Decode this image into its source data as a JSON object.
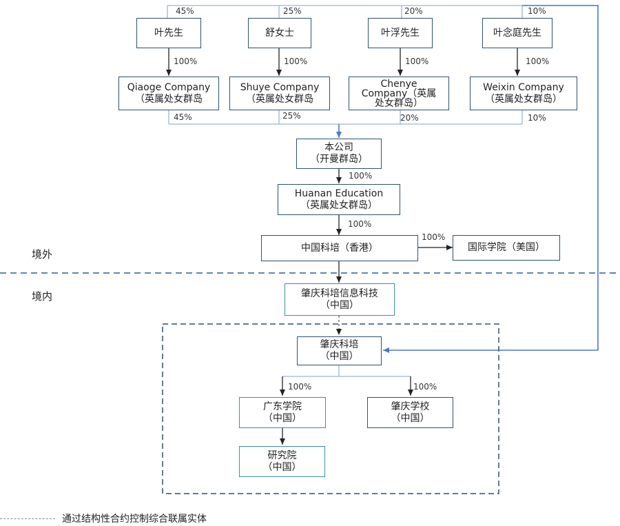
{
  "shareholders": [
    {
      "name": "叶先生",
      "pct_top": "45%",
      "sub_pct": "100%"
    },
    {
      "name": "舒女士",
      "pct_top": "25%",
      "sub_pct": "100%"
    },
    {
      "name": "叶浮先生",
      "pct_top": "20%",
      "sub_pct": "100%"
    },
    {
      "name": "叶念庭先生",
      "pct_top": "10%",
      "sub_pct": "100%"
    }
  ],
  "holding_companies": [
    {
      "line1": "Qiaoge Company",
      "line2": "（英属处女群岛",
      "pct": "45%"
    },
    {
      "line1": "Shuye Company",
      "line2": "（英属处女群岛",
      "pct": "25%"
    },
    {
      "line1": "Chenye",
      "line2": "Company（英属",
      "line3": "处女群岛）",
      "pct": "20%"
    },
    {
      "line1": "Weixin Company",
      "line2": "（英属处女群岛）",
      "pct": "10%"
    }
  ],
  "company": {
    "line1": "本公司",
    "line2": "（开曼群岛）",
    "pct_below": "100%"
  },
  "huanan": {
    "line1": "Huanan Education",
    "line2": "（英属处女群岛）",
    "pct_below": "100%"
  },
  "hk": {
    "line1": "中国科培（香港）",
    "pct_right": "100%"
  },
  "us_college": {
    "line1": "国际学院（美国）"
  },
  "regions": {
    "overseas": "境外",
    "domestic": "境内"
  },
  "tech": {
    "line1": "肇庆科培信息科技",
    "line2": "（中国）"
  },
  "kepei": {
    "line1": "肇庆科培",
    "line2": "（中国）"
  },
  "gd_college": {
    "line1": "广东学院",
    "line2": "（中国）",
    "pct": "100%"
  },
  "zq_school": {
    "line1": "肇庆学校",
    "line2": "（中国）",
    "pct": "100%"
  },
  "institute": {
    "line1": "研究院",
    "line2": "（中国）"
  },
  "legend": {
    "text": "通过结构性合约控制综合联属实体"
  },
  "colors": {
    "border": "#2f4f6f",
    "teal_border": "#3a8fa0",
    "blue_line": "#4a78c8",
    "dark_line": "#2f4f6f"
  }
}
